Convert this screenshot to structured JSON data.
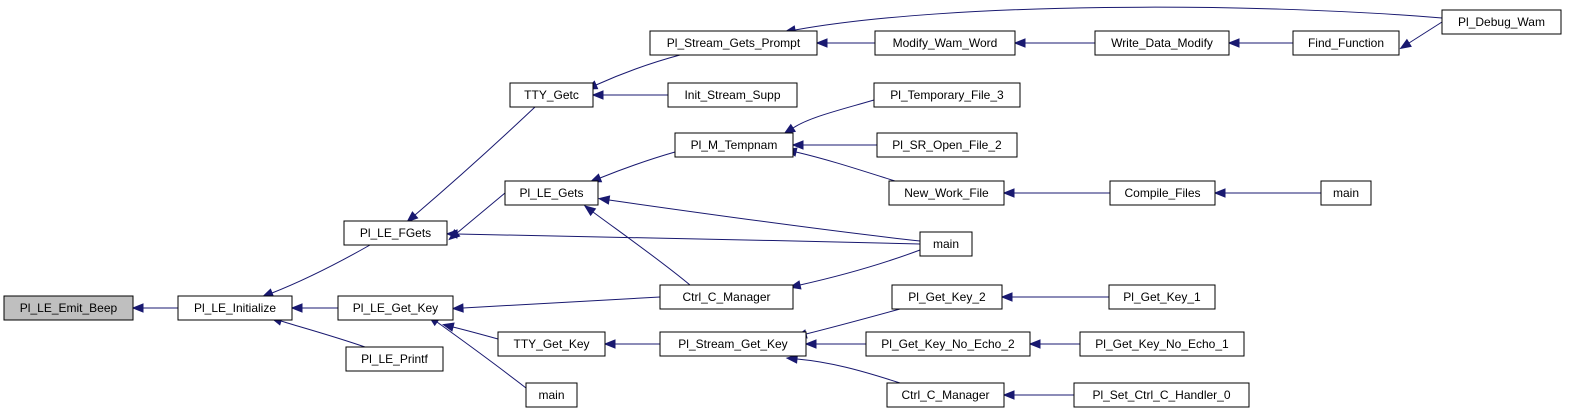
{
  "graph": {
    "node_fill": "#ffffff",
    "root_fill": "#bfbfbf",
    "edge_color": "#191970",
    "nodes": [
      {
        "id": "n0",
        "label": "Pl_LE_Emit_Beep",
        "root": true
      },
      {
        "id": "n1",
        "label": "Pl_LE_Initialize"
      },
      {
        "id": "n2",
        "label": "Pl_LE_FGets"
      },
      {
        "id": "n3",
        "label": "Pl_LE_Get_Key"
      },
      {
        "id": "n4",
        "label": "Pl_LE_Printf"
      },
      {
        "id": "n5",
        "label": "TTY_Getc"
      },
      {
        "id": "n6",
        "label": "Pl_LE_Gets"
      },
      {
        "id": "n7",
        "label": "main"
      },
      {
        "id": "n8",
        "label": "Ctrl_C_Manager"
      },
      {
        "id": "n9",
        "label": "TTY_Get_Key"
      },
      {
        "id": "n10",
        "label": "main"
      },
      {
        "id": "n11",
        "label": "Pl_Stream_Gets_Prompt"
      },
      {
        "id": "n12",
        "label": "Init_Stream_Supp"
      },
      {
        "id": "n13",
        "label": "Pl_M_Tempnam"
      },
      {
        "id": "n14",
        "label": "Pl_Stream_Get_Key"
      },
      {
        "id": "n15",
        "label": "Modify_Wam_Word"
      },
      {
        "id": "n16",
        "label": "Write_Data_Modify"
      },
      {
        "id": "n17",
        "label": "Find_Function"
      },
      {
        "id": "n18",
        "label": "Pl_Debug_Wam"
      },
      {
        "id": "n19",
        "label": "Pl_Temporary_File_3"
      },
      {
        "id": "n20",
        "label": "Pl_SR_Open_File_2"
      },
      {
        "id": "n21",
        "label": "New_Work_File"
      },
      {
        "id": "n22",
        "label": "Compile_Files"
      },
      {
        "id": "n23",
        "label": "main"
      },
      {
        "id": "n24",
        "label": "Pl_Get_Key_2"
      },
      {
        "id": "n25",
        "label": "Pl_Get_Key_1"
      },
      {
        "id": "n26",
        "label": "Pl_Get_Key_No_Echo_2"
      },
      {
        "id": "n27",
        "label": "Pl_Get_Key_No_Echo_1"
      },
      {
        "id": "n28",
        "label": "Ctrl_C_Manager"
      },
      {
        "id": "n29",
        "label": "Pl_Set_Ctrl_C_Handler_0"
      }
    ],
    "edges": [
      {
        "from": "n1",
        "to": "n0"
      },
      {
        "from": "n2",
        "to": "n1"
      },
      {
        "from": "n3",
        "to": "n1"
      },
      {
        "from": "n4",
        "to": "n1"
      },
      {
        "from": "n5",
        "to": "n2"
      },
      {
        "from": "n6",
        "to": "n2"
      },
      {
        "from": "n7",
        "to": "n2"
      },
      {
        "from": "n8",
        "to": "n3"
      },
      {
        "from": "n9",
        "to": "n3"
      },
      {
        "from": "n10",
        "to": "n3"
      },
      {
        "from": "n11",
        "to": "n5"
      },
      {
        "from": "n12",
        "to": "n5"
      },
      {
        "from": "n13",
        "to": "n6"
      },
      {
        "from": "n7",
        "to": "n6"
      },
      {
        "from": "n8",
        "to": "n6"
      },
      {
        "from": "n7",
        "to": "n8"
      },
      {
        "from": "n14",
        "to": "n9"
      },
      {
        "from": "n15",
        "to": "n11"
      },
      {
        "from": "n18",
        "to": "n11"
      },
      {
        "from": "n16",
        "to": "n15"
      },
      {
        "from": "n17",
        "to": "n16"
      },
      {
        "from": "n18",
        "to": "n17"
      },
      {
        "from": "n19",
        "to": "n13"
      },
      {
        "from": "n20",
        "to": "n13"
      },
      {
        "from": "n21",
        "to": "n13"
      },
      {
        "from": "n22",
        "to": "n21"
      },
      {
        "from": "n23",
        "to": "n22"
      },
      {
        "from": "n24",
        "to": "n14"
      },
      {
        "from": "n26",
        "to": "n14"
      },
      {
        "from": "n28",
        "to": "n14"
      },
      {
        "from": "n25",
        "to": "n24"
      },
      {
        "from": "n27",
        "to": "n26"
      },
      {
        "from": "n29",
        "to": "n28"
      }
    ]
  }
}
